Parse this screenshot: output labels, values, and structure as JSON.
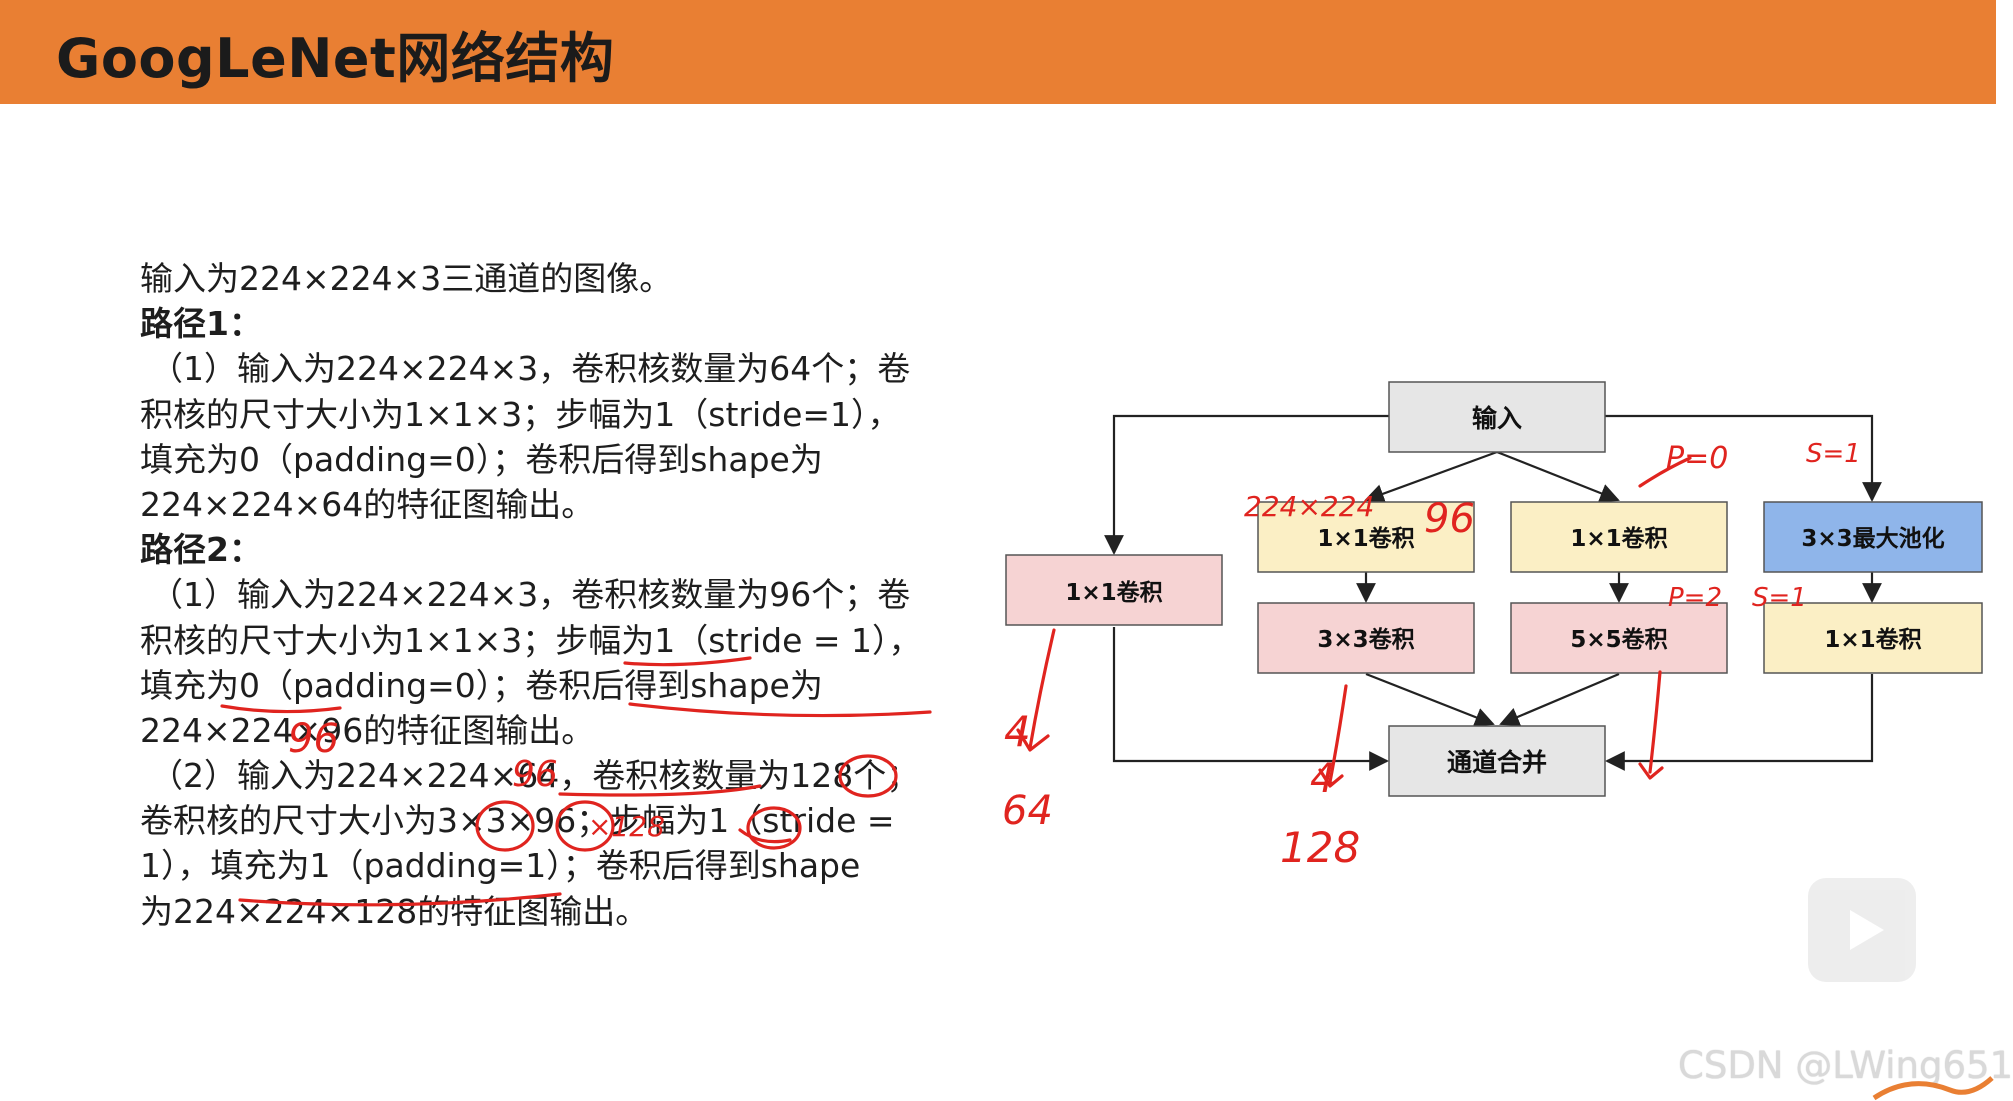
{
  "slide": {
    "title": "GoogLeNet网络结构"
  },
  "text": {
    "lines": [
      {
        "text": "输入为224×224×3三通道的图像。",
        "style": "normal"
      },
      {
        "text": "路径1：",
        "style": "heading"
      },
      {
        "text": "（1）输入为224×224×3，卷积核数量为64个；卷",
        "style": "indent"
      },
      {
        "text": "积核的尺寸大小为1×1×3；步幅为1（stride=1），",
        "style": "normal"
      },
      {
        "text": "填充为0（padding=0）；卷积后得到shape为",
        "style": "normal"
      },
      {
        "text": "224×224×64的特征图输出。",
        "style": "normal"
      },
      {
        "text": "路径2：",
        "style": "heading"
      },
      {
        "text": "（1）输入为224×224×3，卷积核数量为96个；卷",
        "style": "indent"
      },
      {
        "text": "积核的尺寸大小为1×1×3；步幅为1（stride = 1），",
        "style": "normal"
      },
      {
        "text": "填充为0（padding=0）；卷积后得到shape为",
        "style": "normal"
      },
      {
        "text": "224×224×96的特征图输出。",
        "style": "normal"
      },
      {
        "text": "（2）输入为224×224×64，卷积核数量为128个；",
        "style": "indent"
      },
      {
        "text": "卷积核的尺寸大小为3×3×96；步幅为1（stride =",
        "style": "normal"
      },
      {
        "text": "1），填充为1（padding=1）；卷积后得到shape",
        "style": "normal"
      },
      {
        "text": "为224×224×128的特征图输出。",
        "style": "normal"
      }
    ]
  },
  "diagram": {
    "input_label": "输入",
    "merge_label": "通道合并",
    "path1_conv": "1×1卷积",
    "path2_conv1": "1×1卷积",
    "path2_conv2": "3×3卷积",
    "path3_conv1": "1×1卷积",
    "path3_conv2": "5×5卷积",
    "path4_pool": "3×3最大池化",
    "path4_conv": "1×1卷积",
    "colors": {
      "gray_box": "#e6e6e6",
      "pink_box": "#f6d3d3",
      "yellow_box": "#fbefc5",
      "blue_box": "#8fb5ea",
      "line": "#222222"
    }
  },
  "annotations": {
    "color": "#e0241f",
    "handwritten": [
      "224×224",
      "96",
      "P=0",
      "S=1",
      "P=2",
      "S=1",
      "4",
      "64",
      "4",
      "128",
      "96",
      "96",
      "×128"
    ]
  },
  "watermark": {
    "text": "CSDN @LWing651"
  },
  "video_overlay": {
    "icon": "play-icon"
  }
}
